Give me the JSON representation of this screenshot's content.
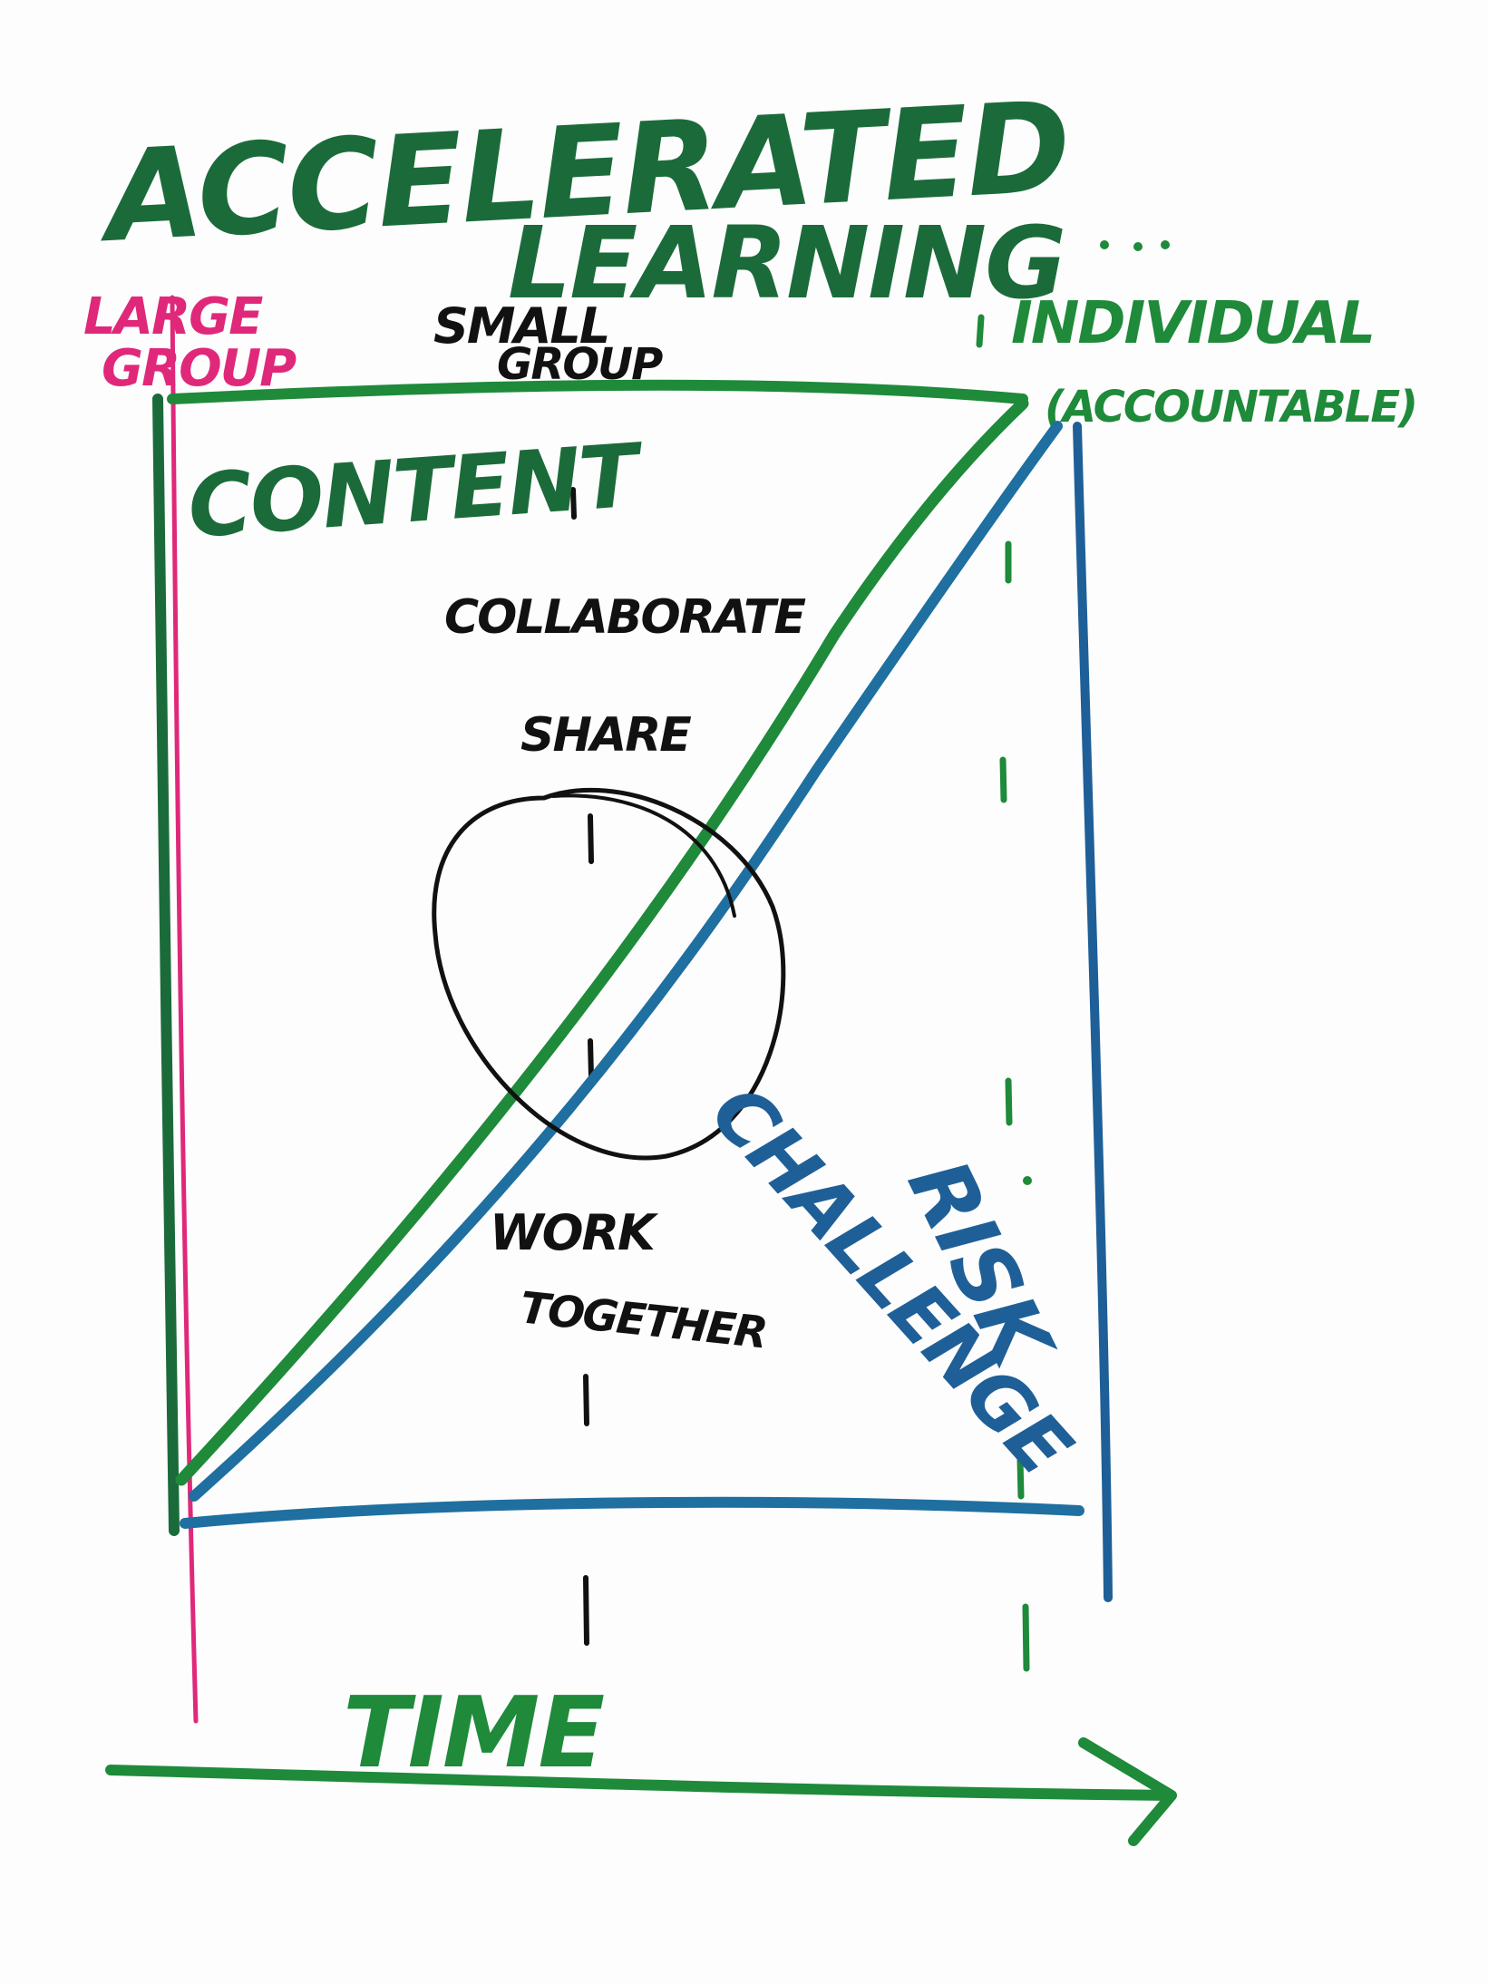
{
  "title": {
    "line1": "ACCELERATED",
    "line2": "LEARNING"
  },
  "labels": {
    "large_group_line1": "LARGE",
    "large_group_line2": "GROUP",
    "small_group_line1": "SMALL",
    "small_group_line2": "GROUP",
    "individual": "INDIVIDUAL",
    "accountable": "(ACCOUNTABLE)",
    "content": "CONTENT",
    "collaborate": "COLLABORATE",
    "share": "SHARE",
    "work_line1": "WORK",
    "work_line2": "TOGETHER",
    "risk": "RISK",
    "challenge": "CHALLENGE",
    "time": "TIME"
  },
  "colors": {
    "green": "#1e8a3a",
    "dark_green": "#1b6b3a",
    "blue": "#1f5f97",
    "pink": "#e0287a",
    "black": "#111111"
  }
}
